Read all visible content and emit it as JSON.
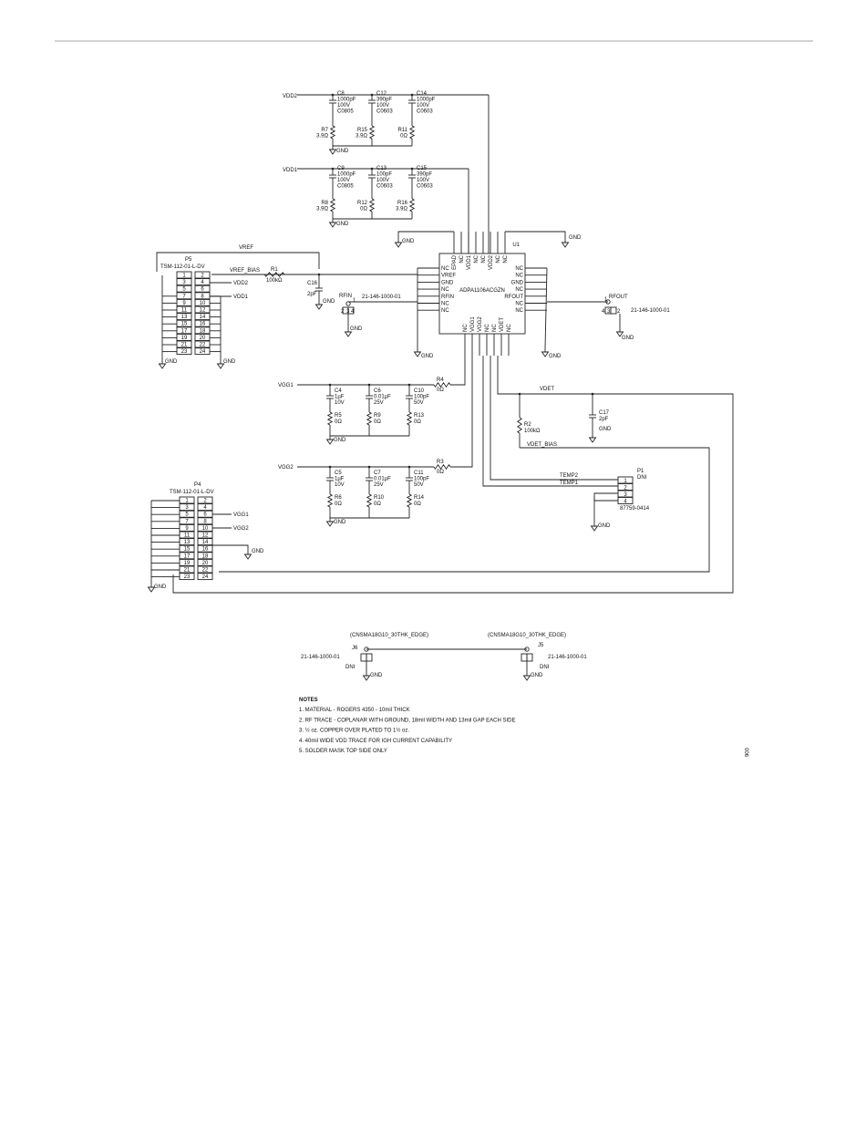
{
  "nets": {
    "vdd2": "VDD2",
    "vdd1": "VDD1",
    "vref": "VREF",
    "vref_bias": "VREF_BIAS",
    "vgg1": "VGG1",
    "vgg2": "VGG2",
    "vdet": "VDET",
    "vdet_bias": "VDET_BIAS",
    "temp1": "TEMP1",
    "temp2": "TEMP2",
    "rfin": "RFIN",
    "rfout": "RFOUT",
    "gnd": "GND"
  },
  "components": {
    "C8": [
      "C8",
      "1000pF",
      "100V",
      "C0805"
    ],
    "C12": [
      "C12",
      "390pF",
      "100V",
      "C0603"
    ],
    "C14": [
      "C14",
      "1000pF",
      "100V",
      "C0603"
    ],
    "R7": [
      "R7",
      "3.9Ω"
    ],
    "R15": [
      "R15",
      "3.9Ω"
    ],
    "R11": [
      "R11",
      "0Ω"
    ],
    "C9": [
      "C9",
      "1000pF",
      "100V",
      "C0805"
    ],
    "C13": [
      "C13",
      "100pF",
      "100V",
      "C0603"
    ],
    "C15": [
      "C15",
      "390pF",
      "100V",
      "C0603"
    ],
    "R8": [
      "R8",
      "3.9Ω"
    ],
    "R12": [
      "R12",
      "0Ω"
    ],
    "R16": [
      "R16",
      "3.9Ω"
    ],
    "R1": [
      "R1",
      "100kΩ"
    ],
    "C16": [
      "C16",
      "2pF"
    ],
    "C4": [
      "C4",
      "1µF",
      "10V"
    ],
    "C6": [
      "C6",
      "0.01µF",
      "25V"
    ],
    "C10": [
      "C10",
      "100pF",
      "50V"
    ],
    "R5": [
      "R5",
      "0Ω"
    ],
    "R9": [
      "R9",
      "0Ω"
    ],
    "R13": [
      "R13",
      "0Ω"
    ],
    "R4": [
      "R4",
      "0Ω"
    ],
    "C5": [
      "C5",
      "1µF",
      "10V"
    ],
    "C7": [
      "C7",
      "0.01µF",
      "25V"
    ],
    "C11": [
      "C11",
      "100pF",
      "50V"
    ],
    "R6": [
      "R6",
      "0Ω"
    ],
    "R10": [
      "R10",
      "0Ω"
    ],
    "R14": [
      "R14",
      "0Ω"
    ],
    "R3": [
      "R3",
      "0Ω"
    ],
    "R2": [
      "R2",
      "100kΩ"
    ],
    "C17": [
      "C17",
      "2pF"
    ]
  },
  "ic": {
    "ref": "U1",
    "part": "ADPA1106ACGZN",
    "left_pins": [
      "NC",
      "VREF",
      "GND",
      "NC",
      "RFIN",
      "NC",
      "NC"
    ],
    "right_pins": [
      "NC",
      "NC",
      "GND",
      "NC",
      "RFOUT",
      "NC",
      "NC"
    ],
    "top_pins": [
      "EPAD",
      "NC",
      "VDD1",
      "NC",
      "NC",
      "VDD2",
      "NC",
      "NC"
    ],
    "bottom_pins": [
      "NC",
      "VGG1",
      "VGG2",
      "NC",
      "NC",
      "VDET",
      "NC"
    ]
  },
  "connectors": {
    "p5": {
      "ref": "P5",
      "part": "TSM-112-01-L-DV"
    },
    "p4": {
      "ref": "P4",
      "part": "TSM-112-01-L-DV"
    },
    "p1": {
      "ref": "P1",
      "dni": "DNI",
      "part": "87759-0414",
      "pins": [
        "1",
        "2",
        "3",
        "4"
      ]
    },
    "rfin_conn": {
      "part": "21-146-1000-01",
      "pins": [
        "1",
        "2",
        "3",
        "4"
      ]
    },
    "rfout_conn": {
      "part": "21-146-1000-01",
      "pins": [
        "1",
        "2",
        "3",
        "4"
      ]
    },
    "j6": {
      "ref": "J6",
      "part": "21-146-1000-01",
      "dni": "DNI",
      "footprint": "(CNSMA18G10_30THK_EDGE)"
    },
    "j5": {
      "ref": "J5",
      "part": "21-146-1000-01",
      "dni": "DNI",
      "footprint": "(CNSMA18G10_30THK_EDGE)"
    }
  },
  "header_pins": [
    [
      "1",
      "2"
    ],
    [
      "3",
      "4"
    ],
    [
      "5",
      "6"
    ],
    [
      "7",
      "8"
    ],
    [
      "9",
      "10"
    ],
    [
      "11",
      "12"
    ],
    [
      "13",
      "14"
    ],
    [
      "15",
      "16"
    ],
    [
      "17",
      "18"
    ],
    [
      "19",
      "20"
    ],
    [
      "21",
      "22"
    ],
    [
      "23",
      "24"
    ]
  ],
  "notes": {
    "title": "NOTES",
    "items": [
      "1. MATERIAL - ROGERS 4350 - 10mil THICK",
      "2. RF TRACE - COPLANAR WITH GROUND, 18mil WIDTH AND 13mil GAP EACH SIDE",
      "3. ½ oz. COPPER OVER PLATED TO 1½ oz.",
      "4. 40mil WIDE VDD TRACE FOR IGH CURRENT CAPABILITY",
      "5. SOLDER MASK TOP SIDE ONLY"
    ]
  },
  "figure_number": "006"
}
